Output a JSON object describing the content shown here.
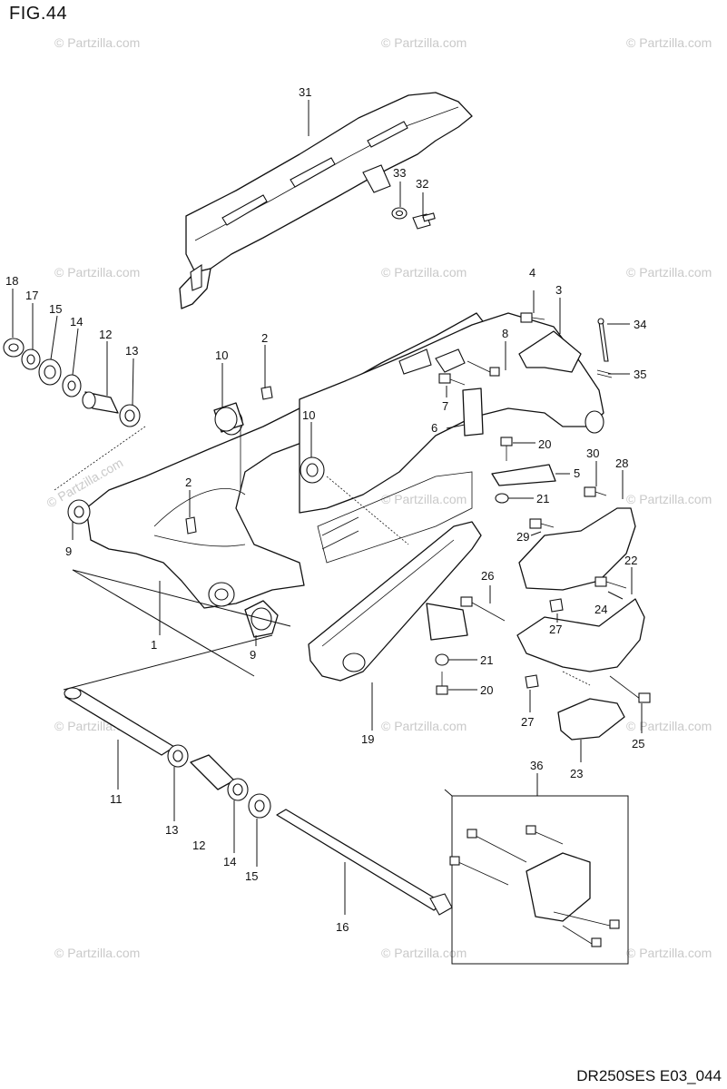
{
  "figure": {
    "title": "FIG.44",
    "code": "DR250SES E03_044"
  },
  "watermark": {
    "text": "© Partzilla.com"
  },
  "callouts": {
    "c1": "1",
    "c2a": "2",
    "c2b": "2",
    "c3": "3",
    "c4": "4",
    "c5": "5",
    "c6": "6",
    "c7": "7",
    "c8": "8",
    "c9a": "9",
    "c9b": "9",
    "c10a": "10",
    "c10b": "10",
    "c11": "11",
    "c12a": "12",
    "c12b": "12",
    "c13a": "13",
    "c13b": "13",
    "c14a": "14",
    "c14b": "14",
    "c15a": "15",
    "c15b": "15",
    "c16": "16",
    "c17": "17",
    "c18": "18",
    "c19": "19",
    "c20a": "20",
    "c20b": "20",
    "c21a": "21",
    "c21b": "21",
    "c22": "22",
    "c23": "23",
    "c24": "24",
    "c25": "25",
    "c26": "26",
    "c27a": "27",
    "c27b": "27",
    "c28": "28",
    "c29": "29",
    "c30": "30",
    "c31": "31",
    "c32": "32",
    "c33": "33",
    "c34": "34",
    "c35": "35",
    "c36": "36"
  }
}
